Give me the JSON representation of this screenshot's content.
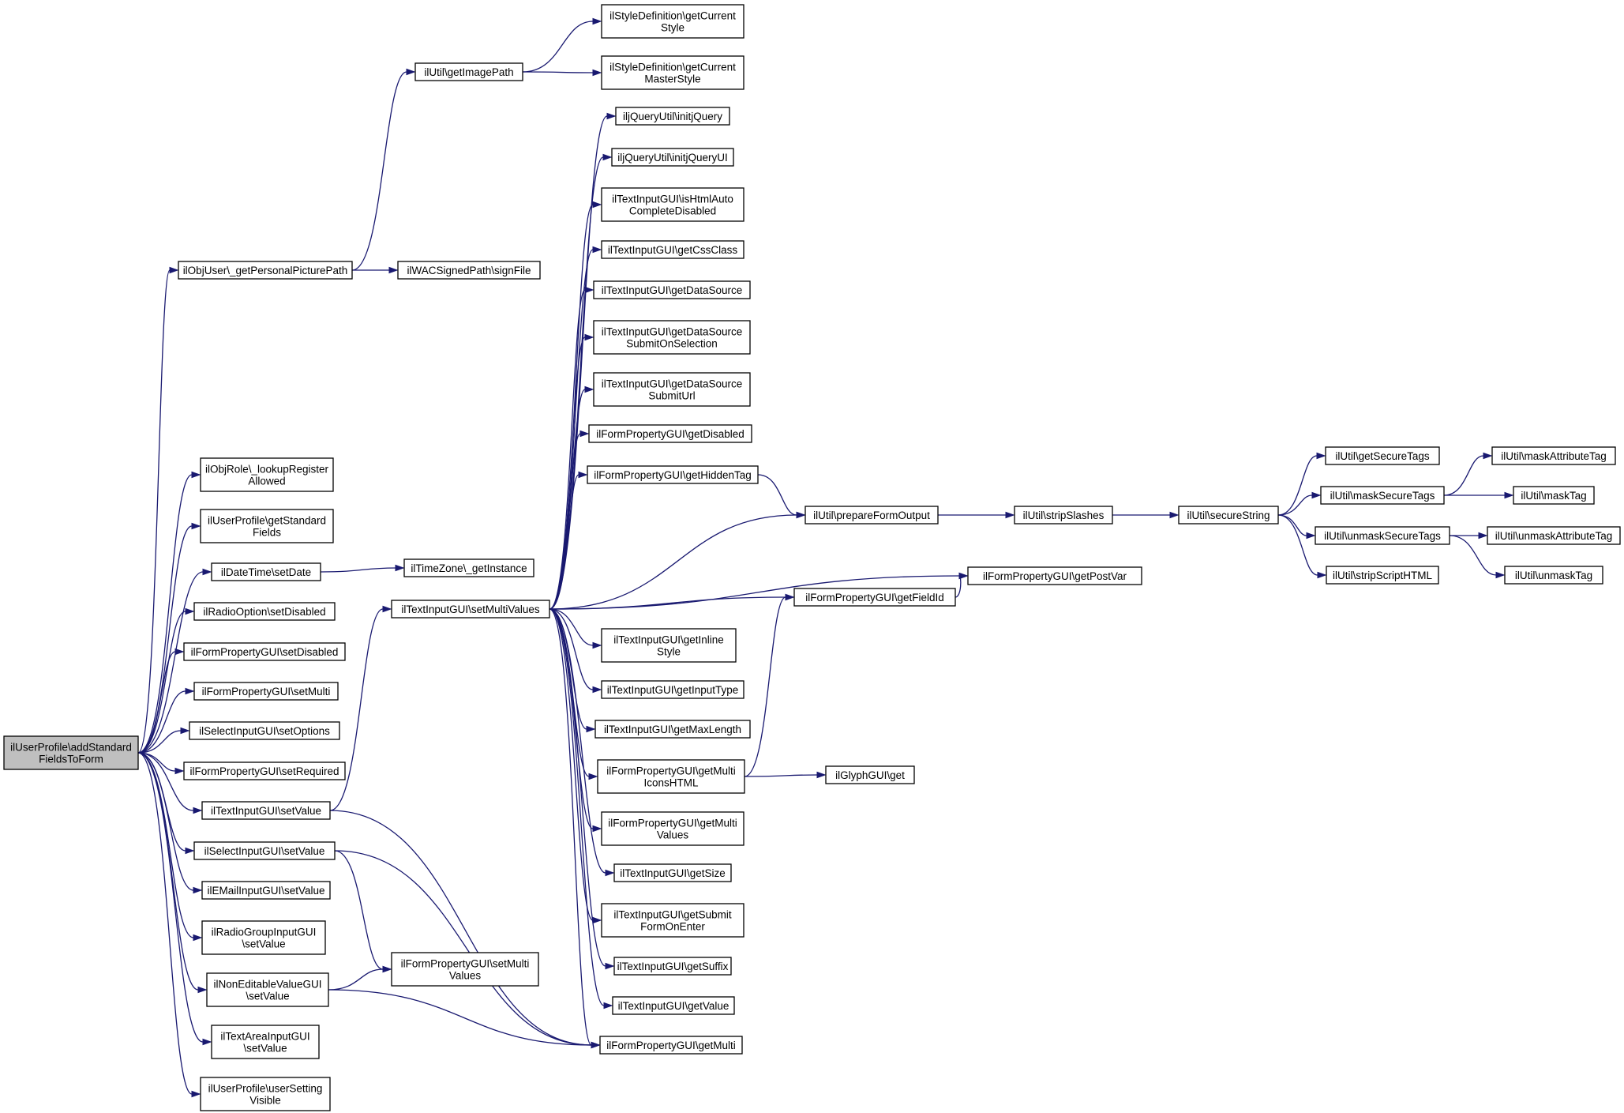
{
  "nodes": [
    {
      "id": "n0",
      "lines": [
        "ilUserProfile\\addStandard",
        "FieldsToForm"
      ]
    },
    {
      "id": "n1",
      "lines": [
        "ilObjUser\\_getPersonalPicturePath"
      ]
    },
    {
      "id": "n2",
      "lines": [
        "ilObjRole\\_lookupRegister",
        "Allowed"
      ]
    },
    {
      "id": "n3",
      "lines": [
        "ilUserProfile\\getStandard",
        "Fields"
      ]
    },
    {
      "id": "n4",
      "lines": [
        "ilDateTime\\setDate"
      ]
    },
    {
      "id": "n5",
      "lines": [
        "ilRadioOption\\setDisabled"
      ]
    },
    {
      "id": "n6",
      "lines": [
        "ilFormPropertyGUI\\setDisabled"
      ]
    },
    {
      "id": "n7",
      "lines": [
        "ilFormPropertyGUI\\setMulti"
      ]
    },
    {
      "id": "n8",
      "lines": [
        "ilSelectInputGUI\\setOptions"
      ]
    },
    {
      "id": "n9",
      "lines": [
        "ilFormPropertyGUI\\setRequired"
      ]
    },
    {
      "id": "n10",
      "lines": [
        "ilTextInputGUI\\setValue"
      ]
    },
    {
      "id": "n11",
      "lines": [
        "ilSelectInputGUI\\setValue"
      ]
    },
    {
      "id": "n12",
      "lines": [
        "ilEMailInputGUI\\setValue"
      ]
    },
    {
      "id": "n13",
      "lines": [
        "ilRadioGroupInputGUI",
        "\\setValue"
      ]
    },
    {
      "id": "n14",
      "lines": [
        "ilNonEditableValueGUI",
        "\\setValue"
      ]
    },
    {
      "id": "n15",
      "lines": [
        "ilTextAreaInputGUI",
        "\\setValue"
      ]
    },
    {
      "id": "n16",
      "lines": [
        "ilUserProfile\\userSetting",
        "Visible"
      ]
    },
    {
      "id": "n17",
      "lines": [
        "ilUtil\\getImagePath"
      ]
    },
    {
      "id": "n18",
      "lines": [
        "ilWACSignedPath\\signFile"
      ]
    },
    {
      "id": "n19",
      "lines": [
        "ilTimeZone\\_getInstance"
      ]
    },
    {
      "id": "n20",
      "lines": [
        "ilTextInputGUI\\setMultiValues"
      ]
    },
    {
      "id": "n21",
      "lines": [
        "ilFormPropertyGUI\\setMulti",
        "Values"
      ]
    },
    {
      "id": "n22",
      "lines": [
        "ilStyleDefinition\\getCurrent",
        "Style"
      ]
    },
    {
      "id": "n23",
      "lines": [
        "ilStyleDefinition\\getCurrent",
        "MasterStyle"
      ]
    },
    {
      "id": "n24",
      "lines": [
        "iljQueryUtil\\initjQuery"
      ]
    },
    {
      "id": "n25",
      "lines": [
        "iljQueryUtil\\initjQueryUI"
      ]
    },
    {
      "id": "n26",
      "lines": [
        "ilTextInputGUI\\isHtmlAuto",
        "CompleteDisabled"
      ]
    },
    {
      "id": "n27",
      "lines": [
        "ilTextInputGUI\\getCssClass"
      ]
    },
    {
      "id": "n28",
      "lines": [
        "ilTextInputGUI\\getDataSource"
      ]
    },
    {
      "id": "n29",
      "lines": [
        "ilTextInputGUI\\getDataSource",
        "SubmitOnSelection"
      ]
    },
    {
      "id": "n30",
      "lines": [
        "ilTextInputGUI\\getDataSource",
        "SubmitUrl"
      ]
    },
    {
      "id": "n31",
      "lines": [
        "ilFormPropertyGUI\\getDisabled"
      ]
    },
    {
      "id": "n32",
      "lines": [
        "ilFormPropertyGUI\\getHiddenTag"
      ]
    },
    {
      "id": "n33",
      "lines": [
        "ilTextInputGUI\\getInline",
        "Style"
      ]
    },
    {
      "id": "n34",
      "lines": [
        "ilTextInputGUI\\getInputType"
      ]
    },
    {
      "id": "n35",
      "lines": [
        "ilTextInputGUI\\getMaxLength"
      ]
    },
    {
      "id": "n36",
      "lines": [
        "ilFormPropertyGUI\\getMulti",
        "IconsHTML"
      ]
    },
    {
      "id": "n37",
      "lines": [
        "ilFormPropertyGUI\\getMulti",
        "Values"
      ]
    },
    {
      "id": "n38",
      "lines": [
        "ilTextInputGUI\\getSize"
      ]
    },
    {
      "id": "n39",
      "lines": [
        "ilTextInputGUI\\getSubmit",
        "FormOnEnter"
      ]
    },
    {
      "id": "n40",
      "lines": [
        "ilTextInputGUI\\getSuffix"
      ]
    },
    {
      "id": "n41",
      "lines": [
        "ilTextInputGUI\\getValue"
      ]
    },
    {
      "id": "n42",
      "lines": [
        "ilFormPropertyGUI\\getMulti"
      ]
    },
    {
      "id": "n43",
      "lines": [
        "ilUtil\\prepareFormOutput"
      ]
    },
    {
      "id": "n44",
      "lines": [
        "ilFormPropertyGUI\\getFieldId"
      ]
    },
    {
      "id": "n45",
      "lines": [
        "ilGlyphGUI\\get"
      ]
    },
    {
      "id": "n46",
      "lines": [
        "ilUtil\\stripSlashes"
      ]
    },
    {
      "id": "n47",
      "lines": [
        "ilFormPropertyGUI\\getPostVar"
      ]
    },
    {
      "id": "n48",
      "lines": [
        "ilUtil\\secureString"
      ]
    },
    {
      "id": "n49",
      "lines": [
        "ilUtil\\getSecureTags"
      ]
    },
    {
      "id": "n50",
      "lines": [
        "ilUtil\\maskSecureTags"
      ]
    },
    {
      "id": "n51",
      "lines": [
        "ilUtil\\unmaskSecureTags"
      ]
    },
    {
      "id": "n52",
      "lines": [
        "ilUtil\\stripScriptHTML"
      ]
    },
    {
      "id": "n53",
      "lines": [
        "ilUtil\\maskAttributeTag"
      ]
    },
    {
      "id": "n54",
      "lines": [
        "ilUtil\\maskTag"
      ]
    },
    {
      "id": "n55",
      "lines": [
        "ilUtil\\unmaskAttributeTag"
      ]
    },
    {
      "id": "n56",
      "lines": [
        "ilUtil\\unmaskTag"
      ]
    }
  ],
  "edges": [
    [
      "n0",
      "n1"
    ],
    [
      "n0",
      "n2"
    ],
    [
      "n0",
      "n3"
    ],
    [
      "n0",
      "n4"
    ],
    [
      "n0",
      "n5"
    ],
    [
      "n0",
      "n6"
    ],
    [
      "n0",
      "n7"
    ],
    [
      "n0",
      "n8"
    ],
    [
      "n0",
      "n9"
    ],
    [
      "n0",
      "n10"
    ],
    [
      "n0",
      "n11"
    ],
    [
      "n0",
      "n12"
    ],
    [
      "n0",
      "n13"
    ],
    [
      "n0",
      "n14"
    ],
    [
      "n0",
      "n15"
    ],
    [
      "n0",
      "n16"
    ],
    [
      "n1",
      "n17"
    ],
    [
      "n1",
      "n18"
    ],
    [
      "n17",
      "n22"
    ],
    [
      "n17",
      "n23"
    ],
    [
      "n4",
      "n19"
    ],
    [
      "n10",
      "n20"
    ],
    [
      "n10",
      "n42"
    ],
    [
      "n11",
      "n21"
    ],
    [
      "n11",
      "n42"
    ],
    [
      "n14",
      "n21"
    ],
    [
      "n14",
      "n42"
    ],
    [
      "n20",
      "n24"
    ],
    [
      "n20",
      "n25"
    ],
    [
      "n20",
      "n26"
    ],
    [
      "n20",
      "n27"
    ],
    [
      "n20",
      "n28"
    ],
    [
      "n20",
      "n29"
    ],
    [
      "n20",
      "n30"
    ],
    [
      "n20",
      "n31"
    ],
    [
      "n20",
      "n32"
    ],
    [
      "n20",
      "n43"
    ],
    [
      "n20",
      "n47"
    ],
    [
      "n20",
      "n44"
    ],
    [
      "n20",
      "n33"
    ],
    [
      "n20",
      "n34"
    ],
    [
      "n20",
      "n35"
    ],
    [
      "n20",
      "n36"
    ],
    [
      "n20",
      "n37"
    ],
    [
      "n20",
      "n38"
    ],
    [
      "n20",
      "n39"
    ],
    [
      "n20",
      "n40"
    ],
    [
      "n20",
      "n41"
    ],
    [
      "n20",
      "n42"
    ],
    [
      "n32",
      "n43"
    ],
    [
      "n36",
      "n44"
    ],
    [
      "n36",
      "n45"
    ],
    [
      "n44",
      "n47"
    ],
    [
      "n43",
      "n46"
    ],
    [
      "n46",
      "n48"
    ],
    [
      "n48",
      "n49"
    ],
    [
      "n48",
      "n50"
    ],
    [
      "n48",
      "n51"
    ],
    [
      "n48",
      "n52"
    ],
    [
      "n50",
      "n53"
    ],
    [
      "n50",
      "n54"
    ],
    [
      "n51",
      "n55"
    ],
    [
      "n51",
      "n56"
    ]
  ]
}
